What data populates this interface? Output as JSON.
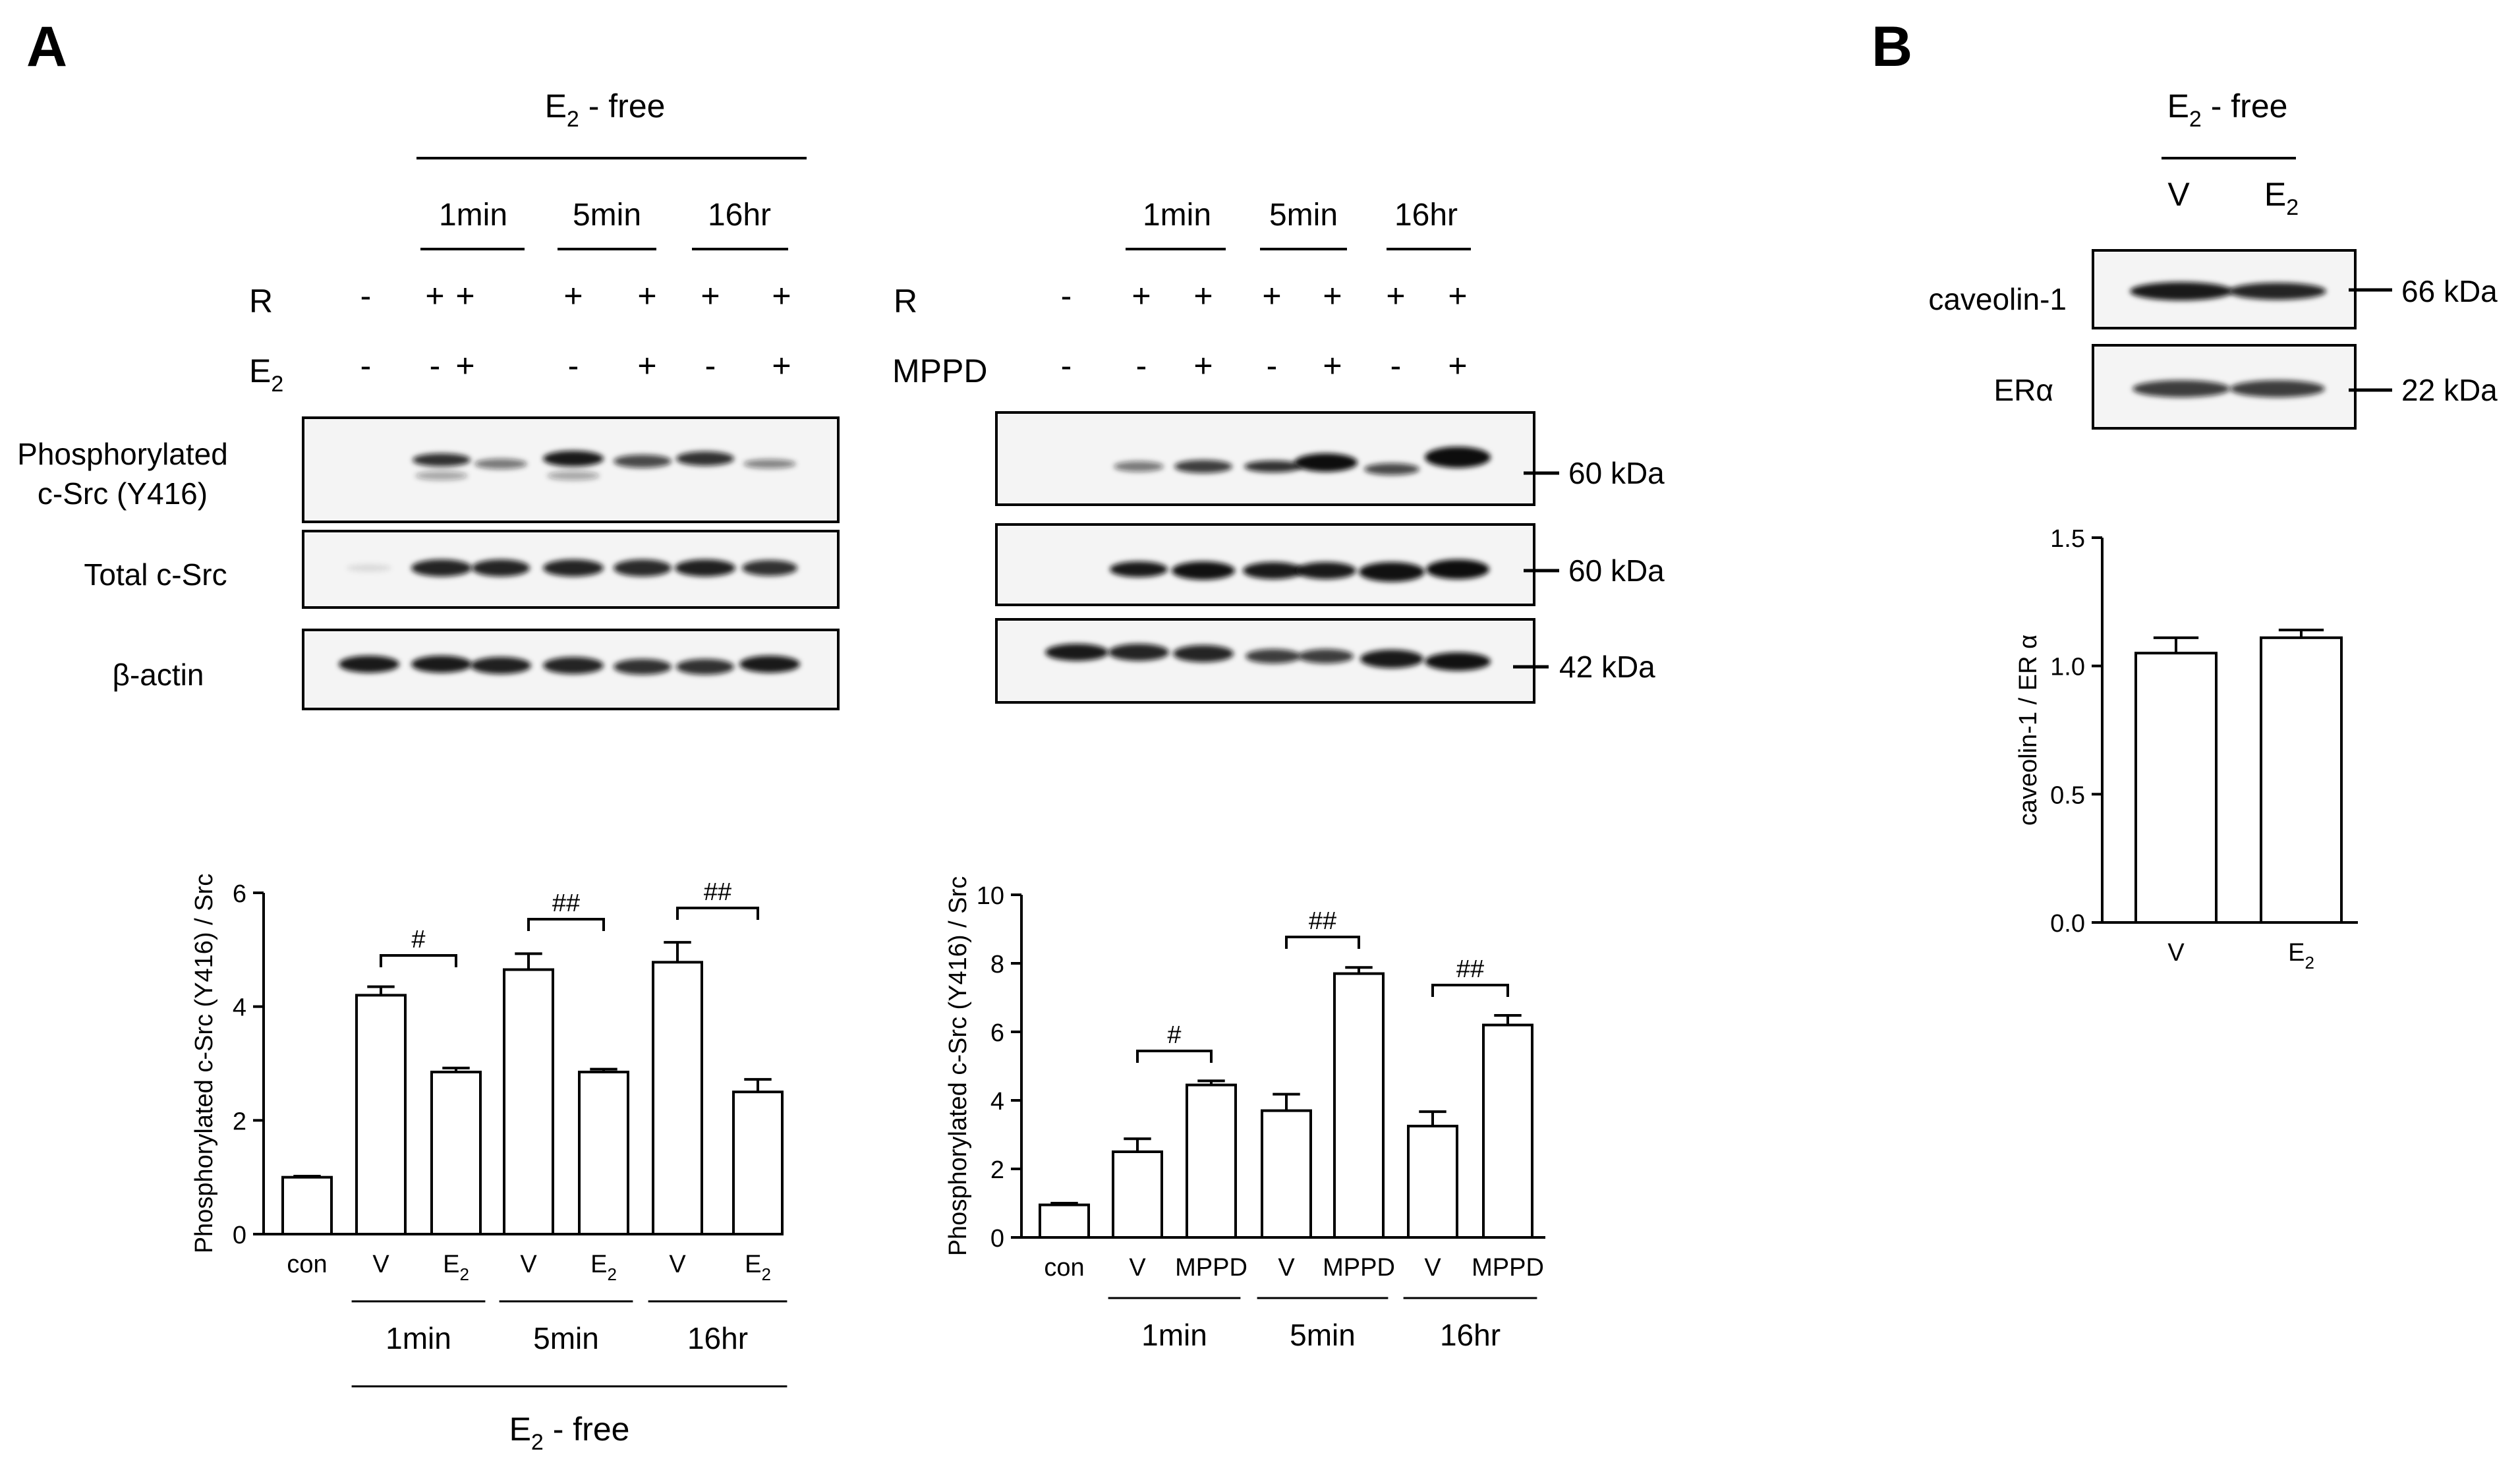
{
  "figure": {
    "panel_a_label": "A",
    "panel_b_label": "B",
    "e2_free_label": "E",
    "e2_sub": "2",
    "e2_free_suffix": " - free"
  },
  "blot_left": {
    "time_labels": [
      "1min",
      "5min",
      "16hr"
    ],
    "row_r_label": "R",
    "row_r_values": [
      "-",
      "+",
      "+",
      "+",
      "+",
      "+",
      "+"
    ],
    "row_e2_label": "E",
    "row_e2_sub": "2",
    "row_e2_values": [
      "-",
      "-",
      "+",
      "-",
      "+",
      "-",
      "+"
    ],
    "strip_labels": [
      "Phosphorylated",
      "c-Src (Y416)",
      "Total c-Src",
      "β-actin"
    ]
  },
  "blot_right": {
    "time_labels": [
      "1min",
      "5min",
      "16hr"
    ],
    "row_r_label": "R",
    "row_r_values": [
      "-",
      "+",
      "+",
      "+",
      "+",
      "+",
      "+"
    ],
    "row_mppd_label": "MPPD",
    "row_mppd_values": [
      "-",
      "-",
      "+",
      "-",
      "+",
      "-",
      "+"
    ],
    "markers": [
      "60 kDa",
      "60 kDa",
      "42 kDa"
    ]
  },
  "blot_b": {
    "lane_labels": [
      "V",
      "E"
    ],
    "lane_sub": "2",
    "strip_labels": [
      "caveolin-1",
      "ERα"
    ],
    "markers": [
      "66 kDa",
      "22 kDa"
    ]
  },
  "chart_data": [
    {
      "type": "bar",
      "ylabel": "Phosphorylated c-Src (Y416) / Src",
      "ylim": [
        0,
        6
      ],
      "yticks": [
        "0",
        "2",
        "4",
        "6"
      ],
      "categories": [
        "con",
        "V",
        "E2",
        "V",
        "E2",
        "V",
        "E2"
      ],
      "values": [
        1.0,
        4.2,
        2.85,
        4.65,
        2.85,
        4.78,
        2.5
      ],
      "errors": [
        0.02,
        0.15,
        0.07,
        0.28,
        0.05,
        0.35,
        0.22
      ],
      "group_labels": [
        "1min",
        "5min",
        "16hr"
      ],
      "bottom_label": "E2 - free",
      "significance": [
        "#",
        "##",
        "##"
      ]
    },
    {
      "type": "bar",
      "ylabel": "Phosphorylated c-Src (Y416) / Src",
      "ylim": [
        0,
        10
      ],
      "yticks": [
        "0",
        "2",
        "4",
        "6",
        "8",
        "10"
      ],
      "categories": [
        "con",
        "V",
        "MPPD",
        "V",
        "MPPD",
        "V",
        "MPPD"
      ],
      "values": [
        0.95,
        2.5,
        4.45,
        3.7,
        7.7,
        3.25,
        6.2
      ],
      "errors": [
        0.05,
        0.38,
        0.12,
        0.48,
        0.18,
        0.42,
        0.28
      ],
      "group_labels": [
        "1min",
        "5min",
        "16hr"
      ],
      "significance": [
        "#",
        "##",
        "##"
      ]
    },
    {
      "type": "bar",
      "ylabel": "caveolin-1 / ER α",
      "ylim": [
        0,
        1.5
      ],
      "yticks": [
        "0.0",
        "0.5",
        "1.0",
        "1.5"
      ],
      "categories": [
        "V",
        "E2"
      ],
      "values": [
        1.05,
        1.11
      ],
      "errors": [
        0.06,
        0.03
      ]
    }
  ]
}
